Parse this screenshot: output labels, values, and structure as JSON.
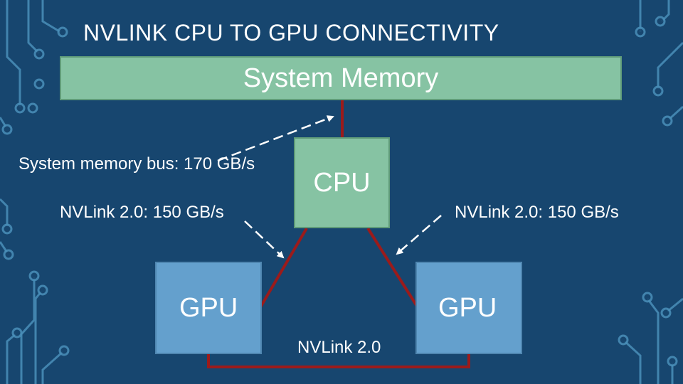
{
  "slide": {
    "title": "NVLINK CPU TO GPU CONNECTIVITY",
    "background_color": "#17466f"
  },
  "diagram": {
    "system_memory": {
      "label": "System Memory",
      "color": "#86c3a3"
    },
    "cpu": {
      "label": "CPU",
      "color": "#86c3a3"
    },
    "gpu_left": {
      "label": "GPU",
      "color": "#64a0cd"
    },
    "gpu_right": {
      "label": "GPU",
      "color": "#64a0cd"
    },
    "link_color": "#9b1b1b",
    "labels": {
      "memory_bus": "System memory bus: 170 GB/s",
      "nvlink_left": "NVLink 2.0: 150 GB/s",
      "nvlink_right": "NVLink 2.0: 150 GB/s",
      "nvlink_bottom": "NVLink 2.0"
    }
  }
}
